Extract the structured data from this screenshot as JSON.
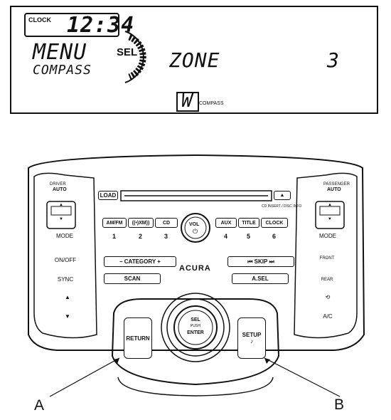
{
  "display": {
    "clock_label": "CLOCK",
    "time": "12:34",
    "menu": "MENU",
    "compass": "COMPASS",
    "sel": "SEL",
    "zone_label": "ZONE",
    "zone_value": "3",
    "direction": "W",
    "compass_small": "COMPASS"
  },
  "panel": {
    "driver_label": "DRIVER",
    "driver_auto": "AUTO",
    "passenger_label": "PASSENGER",
    "passenger_auto": "AUTO",
    "load": "LOAD",
    "eject": "▲",
    "cd_info": "CD INSERT / DISC INFO",
    "buttons_row1": [
      "AM/FM",
      "((•)XM))",
      "CD",
      "AUX",
      "TITLE",
      "CLOCK"
    ],
    "presets": [
      "1",
      "2",
      "3",
      "4",
      "5",
      "6"
    ],
    "vol": "VOL",
    "power_icon": "⏻",
    "category": "– CATEGORY +",
    "skip": "SKIP",
    "scan": "SCAN",
    "asel": "A.SEL",
    "brand": "ACURA",
    "mode_left": "MODE",
    "mode_right": "MODE",
    "on_off": "ON/OFF",
    "sync": "SYNC",
    "fan_up": "▲",
    "fan_down": "▼",
    "front_defrost": "FRONT",
    "rear_defrost": "REAR",
    "ac": "A/C",
    "return": "RETURN",
    "setup": "SETUP",
    "sel_enter_top": "SEL",
    "sel_enter_mid": "PUSH",
    "sel_enter_bot": "ENTER"
  },
  "callouts": {
    "a": "A",
    "b": "B"
  }
}
